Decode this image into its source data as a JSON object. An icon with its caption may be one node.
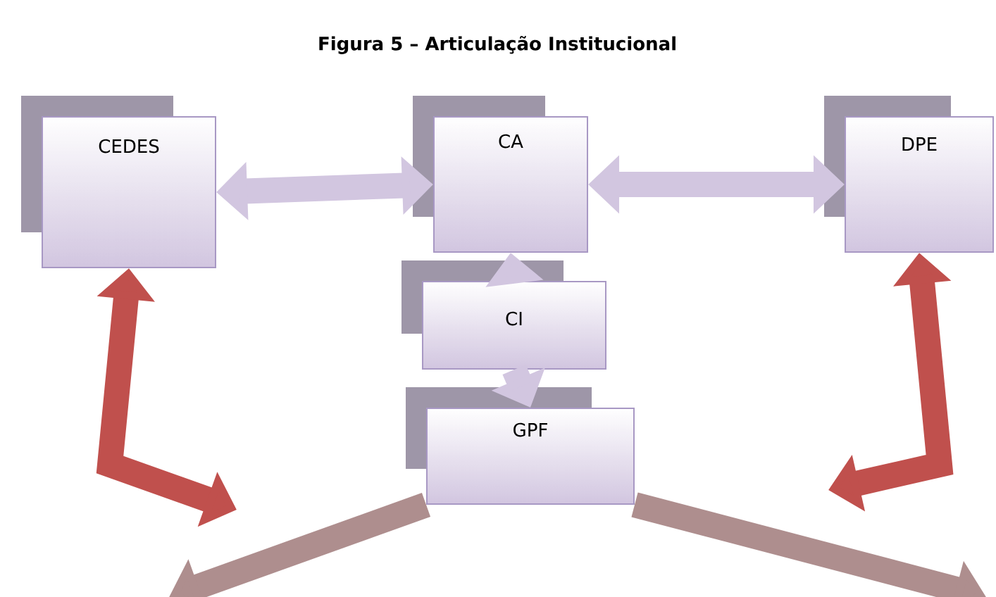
{
  "diagram": {
    "title": "Figura 5 – Articulação Institucional",
    "nodes": [
      {
        "text": [
          "CEDES"
        ]
      },
      {
        "text": [
          "CA"
        ]
      },
      {
        "text": [
          "DPE"
        ]
      },
      {
        "text": [
          "CI"
        ]
      },
      {
        "text": [
          "GPF"
        ]
      }
    ],
    "edges": [
      {
        "from": 0,
        "to": 1,
        "arrow": "both"
      },
      {
        "from": 1,
        "to": 2,
        "arrow": "both"
      },
      {
        "from": 3,
        "to": 1,
        "arrow": "to"
      },
      {
        "from": 3,
        "to": 4,
        "arrow": "to"
      },
      {
        "from": null,
        "to": 0,
        "arrow": "both",
        "color": "#c0504d"
      },
      {
        "from": null,
        "to": 2,
        "arrow": "both",
        "color": "#c0504d"
      },
      {
        "from": 4,
        "to": null,
        "arrow": "to",
        "color": "#ae8e8e"
      },
      {
        "from": 4,
        "to": null,
        "arrow": "to",
        "color": "#ae8e8e"
      }
    ]
  }
}
